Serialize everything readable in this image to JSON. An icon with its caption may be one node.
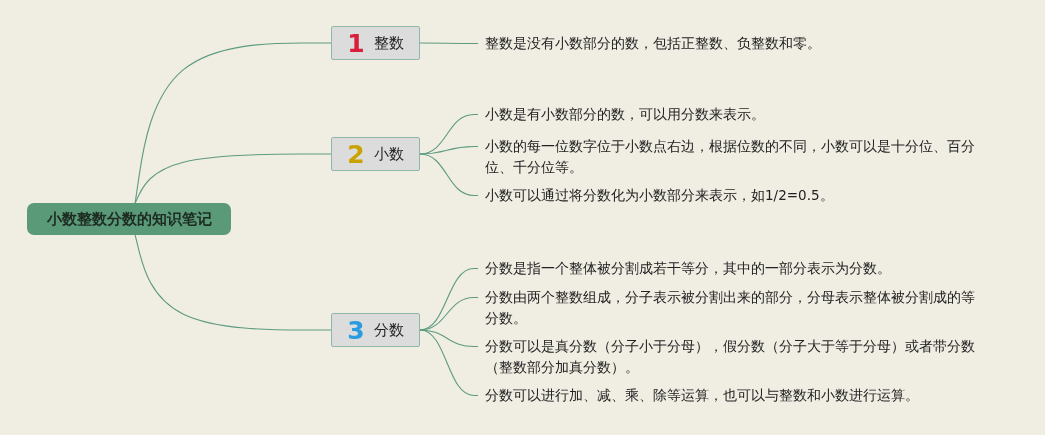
{
  "diagram": {
    "nodes": [
      {
        "text": [
          "小数整数分数的知识笔记"
        ]
      },
      {
        "text": [
          "1",
          "整数"
        ]
      },
      {
        "text": [
          "整数是没有小数部分的数，包括正整数、负整数和零。"
        ]
      },
      {
        "text": [
          "2",
          "小数"
        ]
      },
      {
        "text": [
          "小数是有小数部分的数，可以用分数来表示。"
        ]
      },
      {
        "text": [
          "小数的每一位数字位于小数点右边，根据位数的不同，小数可以是十分位、百分位、千分位等。"
        ]
      },
      {
        "text": [
          "小数可以通过将分数化为小数部分来表示，如1/2=0.5。"
        ]
      },
      {
        "text": [
          "3",
          "分数"
        ]
      },
      {
        "text": [
          "分数是指一个整体被分割成若干等分，其中的一部分表示为分数。"
        ]
      },
      {
        "text": [
          "分数由两个整数组成，分子表示被分割出来的部分，分母表示整体被分割成的等分数。"
        ]
      },
      {
        "text": [
          "分数可以是真分数（分子小于分母），假分数（分子大于等于分母）或者带分数（整数部分加真分数）。"
        ]
      },
      {
        "text": [
          "分数可以进行加、减、乘、除等运算，也可以与整数和小数进行运算。"
        ]
      }
    ],
    "edges": [
      {
        "from": 0,
        "to": 1,
        "arrow": "none"
      },
      {
        "from": 0,
        "to": 3,
        "arrow": "none"
      },
      {
        "from": 0,
        "to": 7,
        "arrow": "none"
      },
      {
        "from": 1,
        "to": 2,
        "arrow": "none"
      },
      {
        "from": 3,
        "to": 4,
        "arrow": "none"
      },
      {
        "from": 3,
        "to": 5,
        "arrow": "none"
      },
      {
        "from": 3,
        "to": 6,
        "arrow": "none"
      },
      {
        "from": 7,
        "to": 8,
        "arrow": "none"
      },
      {
        "from": 7,
        "to": 9,
        "arrow": "none"
      },
      {
        "from": 7,
        "to": 10,
        "arrow": "none"
      },
      {
        "from": 7,
        "to": 11,
        "arrow": "none"
      }
    ]
  }
}
